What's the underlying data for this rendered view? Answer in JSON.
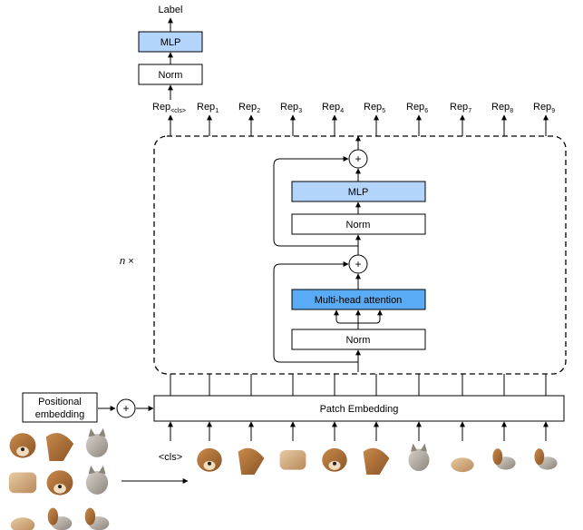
{
  "top": {
    "label": "Label",
    "mlp": "MLP",
    "norm": "Norm"
  },
  "reps": {
    "prefix": "Rep",
    "cls_sub": "<cls>",
    "subs": [
      "1",
      "2",
      "3",
      "4",
      "5",
      "6",
      "7",
      "8",
      "9"
    ]
  },
  "encoder_block": {
    "repeat_label": "n ×",
    "mlp": "MLP",
    "norm_upper": "Norm",
    "attention": "Multi-head attention",
    "norm_lower": "Norm",
    "add_symbol": "+"
  },
  "bottom": {
    "positional_line1": "Positional",
    "positional_line2": "embedding",
    "add_symbol": "+",
    "patch_embedding": "Patch Embedding",
    "cls_token": "<cls>"
  },
  "colors": {
    "mlp_fill": "#b4d5fb",
    "attention_fill": "#5aabf6",
    "stroke": "#000000",
    "image_bg": "#ffffff"
  },
  "images": {
    "grid_subject": "puppy-and-kitten-photo",
    "patch_count": 9
  }
}
